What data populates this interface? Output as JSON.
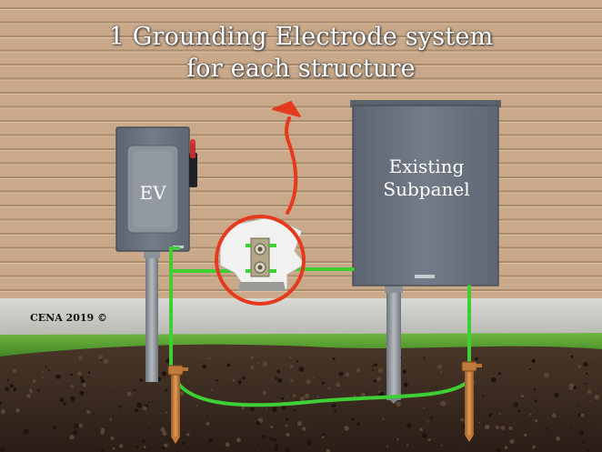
{
  "title": {
    "line1": "1 Grounding Electrode system",
    "line2": "for each structure"
  },
  "labels": {
    "ev": "EV",
    "subpanel_line1": "Existing",
    "subpanel_line2": "Subpanel"
  },
  "credit": "CENA 2019 ©",
  "colors": {
    "siding": "#c9a98a",
    "panel": "#6b7480",
    "ground_wire": "#3ecf35",
    "highlight_circle": "#e63a1e",
    "soil": "#3a2a20",
    "grass": "#4e9a2c",
    "electrode_rod": "#c47a3a"
  }
}
